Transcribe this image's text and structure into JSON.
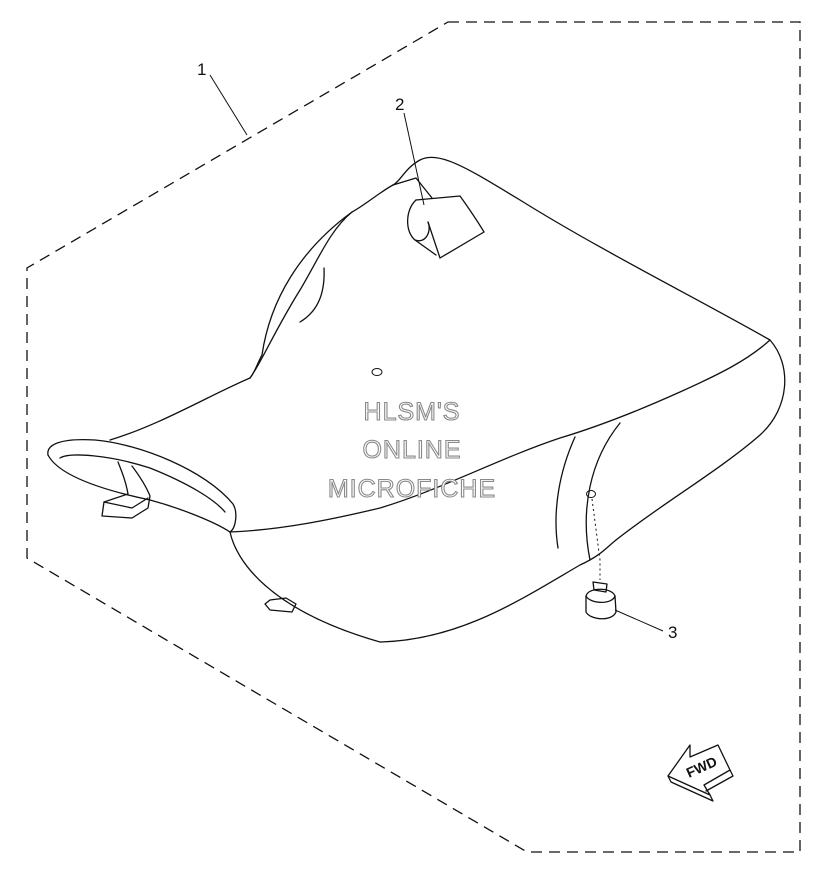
{
  "diagram": {
    "callouts": [
      {
        "id": "1",
        "label": "1"
      },
      {
        "id": "2",
        "label": "2"
      },
      {
        "id": "3",
        "label": "3"
      }
    ],
    "watermark": [
      "HLSM'S",
      "ONLINE",
      "MICROFICHE"
    ],
    "direction_badge": "FWD"
  }
}
